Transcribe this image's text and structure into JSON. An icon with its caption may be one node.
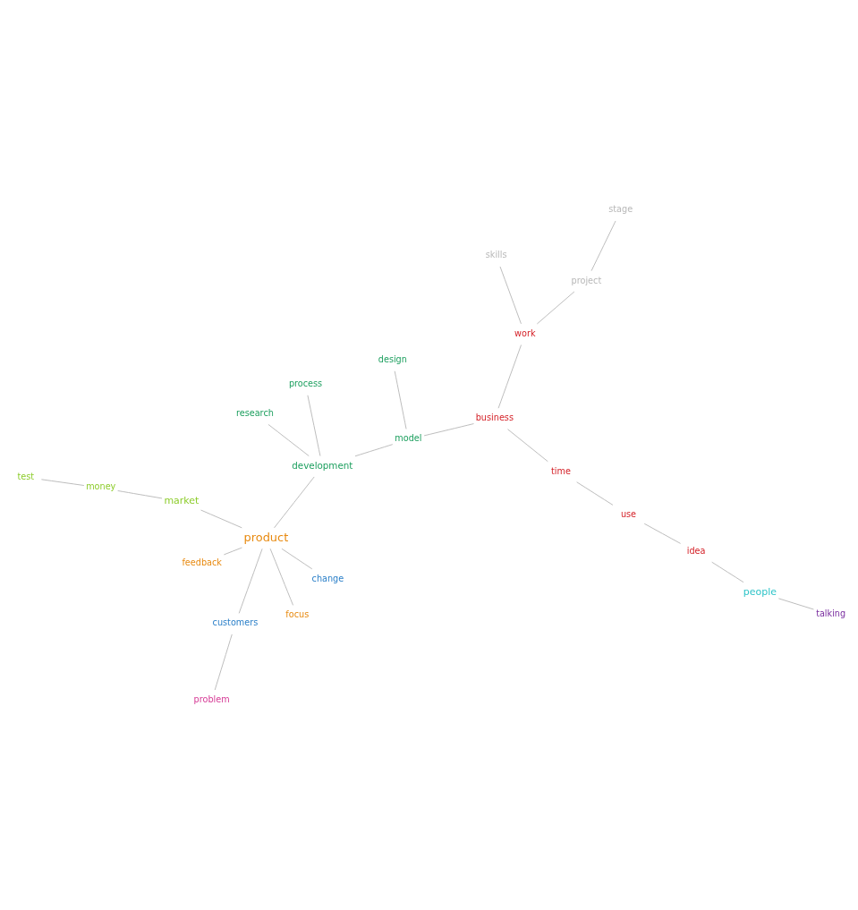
{
  "diagram": {
    "nodes": [
      {
        "text": [
          "problem"
        ]
      },
      {
        "text": [
          "change"
        ]
      },
      {
        "text": [
          "customers"
        ]
      },
      {
        "text": [
          "market"
        ]
      },
      {
        "text": [
          "talking"
        ]
      },
      {
        "text": [
          "product"
        ]
      },
      {
        "text": [
          "feedback"
        ]
      },
      {
        "text": [
          "focus"
        ]
      },
      {
        "text": [
          "use"
        ]
      },
      {
        "text": [
          "money"
        ]
      },
      {
        "text": [
          "people"
        ]
      },
      {
        "text": [
          "test"
        ]
      },
      {
        "text": [
          "idea"
        ]
      },
      {
        "text": [
          "time"
        ]
      },
      {
        "text": [
          "development"
        ]
      },
      {
        "text": [
          "model"
        ]
      },
      {
        "text": [
          "business"
        ]
      },
      {
        "text": [
          "process"
        ]
      },
      {
        "text": [
          "work"
        ]
      },
      {
        "text": [
          "research"
        ]
      },
      {
        "text": [
          "design"
        ]
      },
      {
        "text": [
          "skills"
        ]
      },
      {
        "text": [
          "project"
        ]
      },
      {
        "text": [
          "stage"
        ]
      }
    ],
    "edges": [
      {
        "from": 0,
        "to": 2,
        "arrow": "none"
      },
      {
        "from": 2,
        "to": 5,
        "arrow": "none"
      },
      {
        "from": 1,
        "to": 5,
        "arrow": "none"
      },
      {
        "from": 5,
        "to": 3,
        "arrow": "none"
      },
      {
        "from": 5,
        "to": 6,
        "arrow": "none"
      },
      {
        "from": 5,
        "to": 7,
        "arrow": "none"
      },
      {
        "from": 5,
        "to": 14,
        "arrow": "none"
      },
      {
        "from": 3,
        "to": 9,
        "arrow": "none"
      },
      {
        "from": 9,
        "to": 11,
        "arrow": "none"
      },
      {
        "from": 4,
        "to": 10,
        "arrow": "none"
      },
      {
        "from": 10,
        "to": 12,
        "arrow": "none"
      },
      {
        "from": 12,
        "to": 8,
        "arrow": "none"
      },
      {
        "from": 8,
        "to": 13,
        "arrow": "none"
      },
      {
        "from": 13,
        "to": 16,
        "arrow": "none"
      },
      {
        "from": 16,
        "to": 15,
        "arrow": "none"
      },
      {
        "from": 15,
        "to": 14,
        "arrow": "none"
      },
      {
        "from": 14,
        "to": 17,
        "arrow": "none"
      },
      {
        "from": 14,
        "to": 19,
        "arrow": "none"
      },
      {
        "from": 15,
        "to": 20,
        "arrow": "none"
      },
      {
        "from": 16,
        "to": 18,
        "arrow": "none"
      },
      {
        "from": 18,
        "to": 21,
        "arrow": "none"
      },
      {
        "from": 18,
        "to": 22,
        "arrow": "none"
      },
      {
        "from": 22,
        "to": 23,
        "arrow": "none"
      }
    ]
  }
}
